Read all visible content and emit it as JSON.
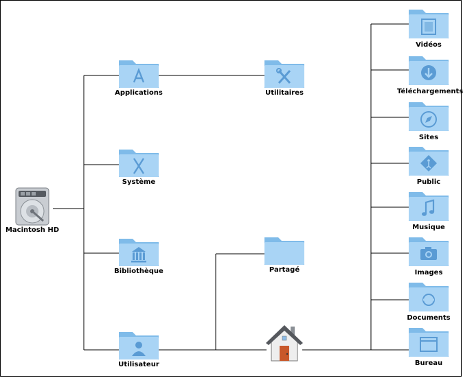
{
  "nodes": {
    "macintosh_hd": "Macintosh HD",
    "applications": "Applications",
    "systeme": "Système",
    "bibliotheque": "Bibliothèque",
    "utilisateur": "Utilisateur",
    "utilitaires": "Utilitaires",
    "partage": "Partagé",
    "videos": "Vidéos",
    "telechargements": "Téléchargements",
    "sites": "Sites",
    "public": "Public",
    "musique": "Musique",
    "images": "Images",
    "documents": "Documents",
    "bureau": "Bureau"
  },
  "colors": {
    "folder_light": "#a9d4f5",
    "folder_dark": "#7fbbe9",
    "line": "#000000"
  }
}
